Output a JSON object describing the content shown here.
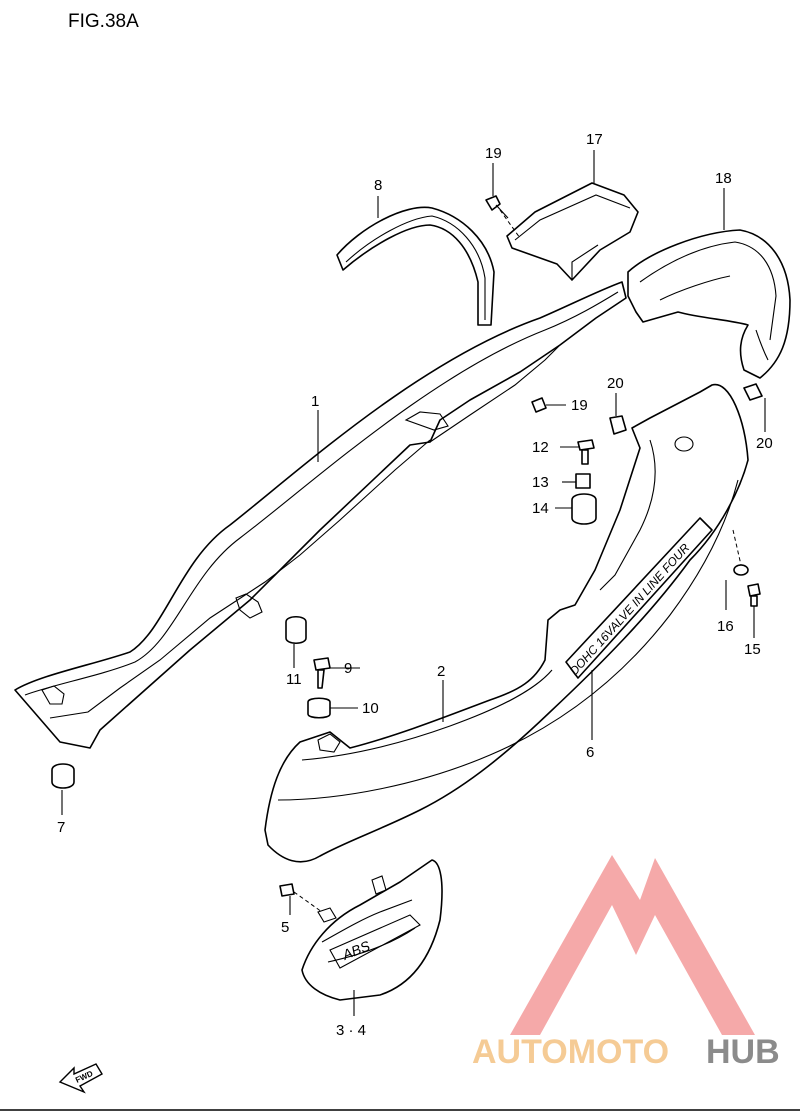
{
  "figure": {
    "title": "FIG.38A",
    "fwd_label": "FWD"
  },
  "callouts": [
    {
      "id": "c1",
      "label": "1"
    },
    {
      "id": "c2",
      "label": "2"
    },
    {
      "id": "c3-4",
      "label": "3 · 4"
    },
    {
      "id": "c5",
      "label": "5"
    },
    {
      "id": "c6",
      "label": "6"
    },
    {
      "id": "c7",
      "label": "7"
    },
    {
      "id": "c8",
      "label": "8"
    },
    {
      "id": "c9",
      "label": "9"
    },
    {
      "id": "c10",
      "label": "10"
    },
    {
      "id": "c11",
      "label": "11"
    },
    {
      "id": "c12",
      "label": "12"
    },
    {
      "id": "c13",
      "label": "13"
    },
    {
      "id": "c14",
      "label": "14"
    },
    {
      "id": "c15",
      "label": "15"
    },
    {
      "id": "c16",
      "label": "16"
    },
    {
      "id": "c17",
      "label": "17"
    },
    {
      "id": "c18",
      "label": "18"
    },
    {
      "id": "c19a",
      "label": "19"
    },
    {
      "id": "c19b",
      "label": "19"
    },
    {
      "id": "c20a",
      "label": "20"
    },
    {
      "id": "c20b",
      "label": "20"
    }
  ],
  "decals": {
    "cover_text": "DOHC 16VALVE IN LINE FOUR",
    "side_badge": "ABS"
  },
  "watermark": {
    "text_part1": "AUTOMOTO",
    "text_part2": "HUB",
    "color_primary": "#f08080",
    "color_secondary": "#7f7f7f",
    "color_accent": "#f5c68a"
  }
}
